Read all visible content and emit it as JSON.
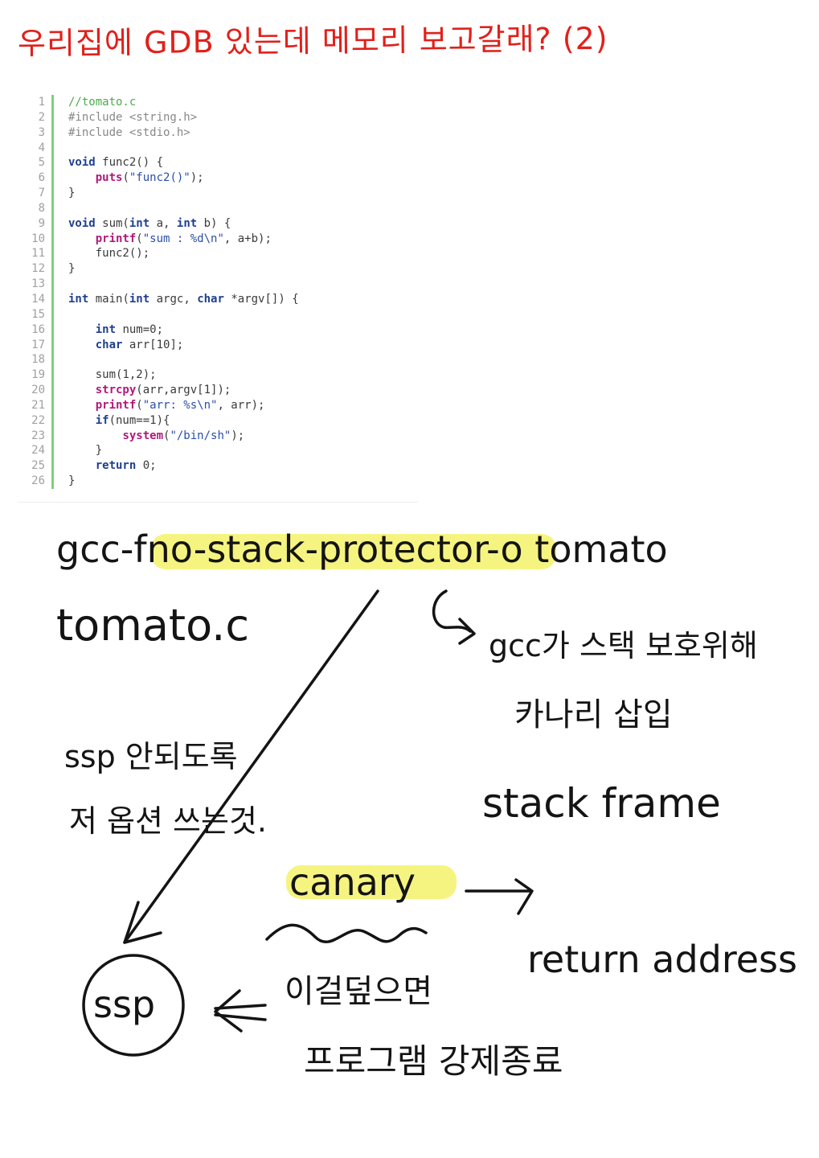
{
  "title": "우리집에 GDB 있는데 메모리 보고갈래? (2)",
  "code": [
    {
      "n": "1",
      "segs": [
        {
          "c": "cm",
          "t": "//tomato.c"
        }
      ]
    },
    {
      "n": "2",
      "segs": [
        {
          "c": "pp",
          "t": "#include <string.h>"
        }
      ]
    },
    {
      "n": "3",
      "segs": [
        {
          "c": "pp",
          "t": "#include <stdio.h>"
        }
      ]
    },
    {
      "n": "4",
      "segs": [
        {
          "c": "",
          "t": ""
        }
      ]
    },
    {
      "n": "5",
      "segs": [
        {
          "c": "kw",
          "t": "void"
        },
        {
          "c": "",
          "t": " func2() {"
        }
      ]
    },
    {
      "n": "6",
      "segs": [
        {
          "c": "",
          "t": "    "
        },
        {
          "c": "fn",
          "t": "puts"
        },
        {
          "c": "",
          "t": "("
        },
        {
          "c": "str",
          "t": "\"func2()\""
        },
        {
          "c": "",
          "t": ");"
        }
      ]
    },
    {
      "n": "7",
      "segs": [
        {
          "c": "",
          "t": "}"
        }
      ]
    },
    {
      "n": "8",
      "segs": [
        {
          "c": "",
          "t": ""
        }
      ]
    },
    {
      "n": "9",
      "segs": [
        {
          "c": "kw",
          "t": "void"
        },
        {
          "c": "",
          "t": " sum("
        },
        {
          "c": "kw",
          "t": "int"
        },
        {
          "c": "",
          "t": " a, "
        },
        {
          "c": "kw",
          "t": "int"
        },
        {
          "c": "",
          "t": " b) {"
        }
      ]
    },
    {
      "n": "10",
      "segs": [
        {
          "c": "",
          "t": "    "
        },
        {
          "c": "fn",
          "t": "printf"
        },
        {
          "c": "",
          "t": "("
        },
        {
          "c": "str",
          "t": "\"sum : %d\\n\""
        },
        {
          "c": "",
          "t": ", a+b);"
        }
      ]
    },
    {
      "n": "11",
      "segs": [
        {
          "c": "",
          "t": "    func2();"
        }
      ]
    },
    {
      "n": "12",
      "segs": [
        {
          "c": "",
          "t": "}"
        }
      ]
    },
    {
      "n": "13",
      "segs": [
        {
          "c": "",
          "t": ""
        }
      ]
    },
    {
      "n": "14",
      "segs": [
        {
          "c": "kw",
          "t": "int"
        },
        {
          "c": "",
          "t": " main("
        },
        {
          "c": "kw",
          "t": "int"
        },
        {
          "c": "",
          "t": " argc, "
        },
        {
          "c": "kw",
          "t": "char"
        },
        {
          "c": "",
          "t": " *argv[]) {"
        }
      ]
    },
    {
      "n": "15",
      "segs": [
        {
          "c": "",
          "t": ""
        }
      ]
    },
    {
      "n": "16",
      "segs": [
        {
          "c": "",
          "t": "    "
        },
        {
          "c": "kw",
          "t": "int"
        },
        {
          "c": "",
          "t": " num=0;"
        }
      ]
    },
    {
      "n": "17",
      "segs": [
        {
          "c": "",
          "t": "    "
        },
        {
          "c": "kw",
          "t": "char"
        },
        {
          "c": "",
          "t": " arr[10];"
        }
      ]
    },
    {
      "n": "18",
      "segs": [
        {
          "c": "",
          "t": ""
        }
      ]
    },
    {
      "n": "19",
      "segs": [
        {
          "c": "",
          "t": "    sum(1,2);"
        }
      ]
    },
    {
      "n": "20",
      "segs": [
        {
          "c": "",
          "t": "    "
        },
        {
          "c": "fn",
          "t": "strcpy"
        },
        {
          "c": "",
          "t": "(arr,argv[1]);"
        }
      ]
    },
    {
      "n": "21",
      "segs": [
        {
          "c": "",
          "t": "    "
        },
        {
          "c": "fn",
          "t": "printf"
        },
        {
          "c": "",
          "t": "("
        },
        {
          "c": "str",
          "t": "\"arr: %s\\n\""
        },
        {
          "c": "",
          "t": ", arr);"
        }
      ]
    },
    {
      "n": "22",
      "segs": [
        {
          "c": "",
          "t": "    "
        },
        {
          "c": "kw",
          "t": "if"
        },
        {
          "c": "",
          "t": "(num==1){"
        }
      ]
    },
    {
      "n": "23",
      "segs": [
        {
          "c": "",
          "t": "        "
        },
        {
          "c": "fn",
          "t": "system"
        },
        {
          "c": "",
          "t": "("
        },
        {
          "c": "str",
          "t": "\"/bin/sh\""
        },
        {
          "c": "",
          "t": ");"
        }
      ]
    },
    {
      "n": "24",
      "segs": [
        {
          "c": "",
          "t": "    }"
        }
      ]
    },
    {
      "n": "25",
      "segs": [
        {
          "c": "",
          "t": "    "
        },
        {
          "c": "kw",
          "t": "return"
        },
        {
          "c": "",
          "t": " 0;"
        }
      ]
    },
    {
      "n": "26",
      "segs": [
        {
          "c": "",
          "t": "}"
        }
      ]
    }
  ],
  "notes": {
    "cmd1": "gcc-fno-stack-protector-o  tomato",
    "cmd2": "tomato.c",
    "explain1": "gcc가 스택 보호위해",
    "explain2": "카나리 삽입",
    "ssp_note1": "ssp 안되도록",
    "ssp_note2": "저 옵션 쓰는것.",
    "stack_frame": "stack  frame",
    "canary": "canary",
    "return_address": "return  address",
    "ssp": "ssp",
    "overwrite1": "이걸덮으면",
    "overwrite2": "프로그램 강제종료"
  },
  "colors": {
    "title": "#e1201b",
    "highlight": "#f5f26a",
    "ink": "#141414"
  }
}
